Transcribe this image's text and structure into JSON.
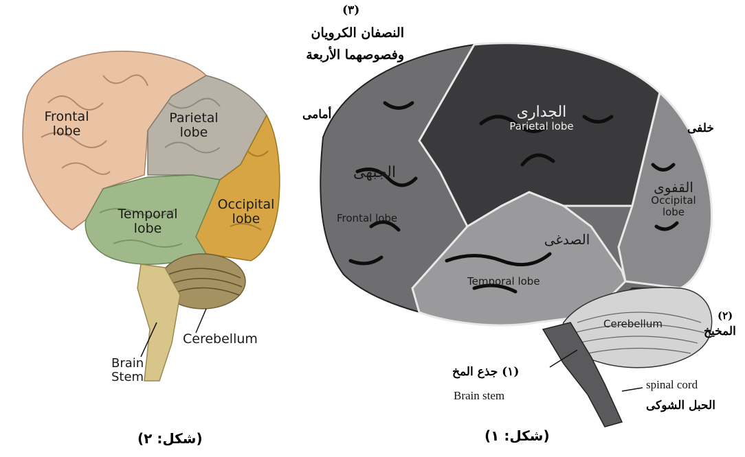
{
  "figure1": {
    "caption": "(شكل: ١)",
    "header_number": "(٣)",
    "header_line1": "النصفان الكرويان",
    "header_line2": "وفصوصهما الأربعة",
    "front_label": "أمامى",
    "back_label": "خلفى",
    "parietal": {
      "arabic": "الجدارى",
      "english": "Parietal lobe"
    },
    "frontal": {
      "arabic": "الجبهى",
      "english": "Frontal lobe"
    },
    "occipital": {
      "arabic": "القفوى",
      "english_line1": "Occipital",
      "english_line2": "lobe"
    },
    "temporal": {
      "arabic": "الصدغى",
      "english": "Temporal lobe"
    },
    "cerebellum": {
      "english": "Cerebellum",
      "number": "(٢)",
      "arabic": "المخيخ"
    },
    "brainstem": {
      "arabic": "(١) جذع المخ",
      "english": "Brain stem"
    },
    "spinal": {
      "english": "spinal cord",
      "arabic": "الحبل الشوكى"
    },
    "colors": {
      "frontal": "#6e6e70",
      "parietal": "#3a3a3c",
      "occipital": "#8a8a8c",
      "temporal": "#9a9a9c",
      "cerebellum": "#d4d4d4",
      "stem": "#5a5a5c"
    }
  },
  "figure2": {
    "caption": "(شكل: ٢)",
    "frontal_line1": "Frontal",
    "frontal_line2": "lobe",
    "parietal_line1": "Parietal",
    "parietal_line2": "lobe",
    "occipital_line1": "Occipital",
    "occipital_line2": "lobe",
    "temporal_line1": "Temporal",
    "temporal_line2": "lobe",
    "cerebellum": "Cerebellum",
    "brainstem_line1": "Brain",
    "brainstem_line2": "Stem",
    "colors": {
      "frontal": "#e9c3a3",
      "parietal": "#b8b3a6",
      "occipital": "#d8a545",
      "temporal": "#9fb98a",
      "cerebellum": "#a59262",
      "stem": "#d8c58a"
    }
  }
}
